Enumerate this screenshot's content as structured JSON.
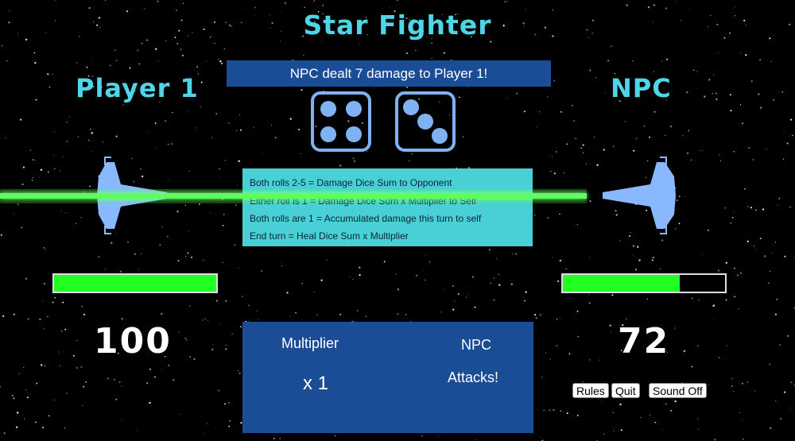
{
  "game": {
    "title": "Star Fighter",
    "message": "NPC dealt 7 damage to Player 1!"
  },
  "player1": {
    "name": "Player 1",
    "hp": "100",
    "hp_fraction": 1.0
  },
  "npc": {
    "name": "NPC",
    "hp": "72",
    "hp_fraction": 0.72
  },
  "dice": [
    4,
    3
  ],
  "rules": [
    "Both rolls 2-5 = Damage Dice Sum to Opponent",
    "Either roll is 1 = Damage Dice Sum x Multiplier to Self",
    "Both rolls are 1 = Accumulated damage this turn to self",
    "End turn = Heal Dice Sum x Multiplier"
  ],
  "panel": {
    "multiplier_label": "Multiplier",
    "multiplier_value": "x 1",
    "turn_line1": "NPC",
    "turn_line2": "Attacks!"
  },
  "buttons": {
    "rules": "Rules",
    "quit": "Quit",
    "sound": "Sound Off"
  },
  "colors": {
    "accent": "#4fd6e6",
    "panel": "#1b4d96",
    "rules_bg": "#48d0d6",
    "dice": "#7eb2f2",
    "health": "#22ff22",
    "laser": "#5cff5c"
  }
}
